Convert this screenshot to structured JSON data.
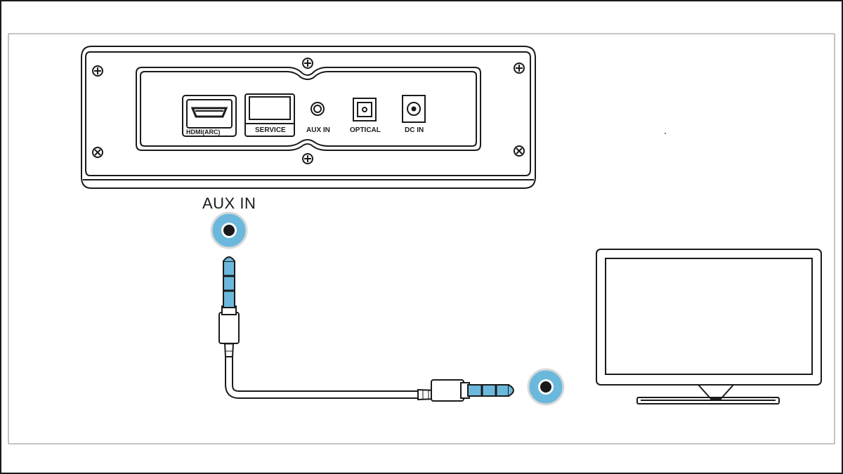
{
  "panel": {
    "ports": {
      "hdmi_label": "HDMI(ARC)",
      "service_label": "SERVICE",
      "aux_label": "AUX IN",
      "optical_label": "OPTICAL",
      "dcin_label": "DC IN"
    }
  },
  "callout": {
    "aux_in_label": "AUX IN"
  },
  "colors": {
    "jack_blue": "#6bb8dc",
    "line": "#1a1a1a"
  },
  "icons": [
    "screw-icon",
    "hdmi-port-icon",
    "aux-jack-icon",
    "optical-port-icon",
    "dc-in-port-icon",
    "tv-icon",
    "audio-cable-icon"
  ]
}
